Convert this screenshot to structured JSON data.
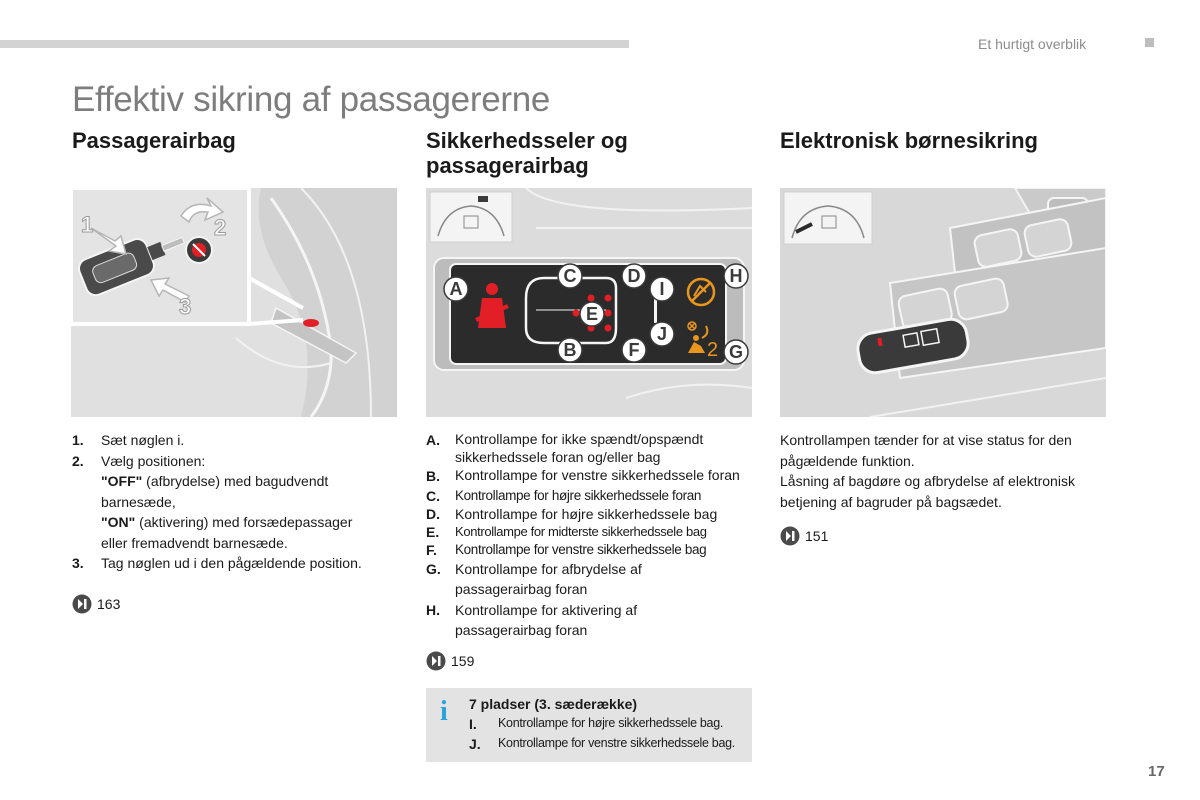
{
  "header": {
    "section_label": "Et hurtigt overblik"
  },
  "page_title": "Effektiv sikring af passagererne",
  "columns": [
    {
      "heading": "Passagerairbag",
      "items": [
        {
          "num": "1.",
          "text": "Sæt nøglen i."
        },
        {
          "num": "2.",
          "text": "Vælg positionen:"
        },
        {
          "num": "3.",
          "text": "Tag nøglen ud i den pågældende position."
        }
      ],
      "off_label": "\"OFF\"",
      "off_text": " (afbrydelse) med bagudvendt barnesæde,",
      "on_label": "\"ON\"",
      "on_text": " (aktivering) med forsædepassager eller fremadvendt barnesæde.",
      "ref": "163",
      "figure_labels": [
        "1",
        "2",
        "3"
      ]
    },
    {
      "heading": "Sikkerhedsseler og passagerairbag",
      "items": [
        {
          "num": "A.",
          "text": "Kontrollampe for ikke spændt/opspændt sikkerhedssele foran og/eller bag"
        },
        {
          "num": "B.",
          "text": "Kontrollampe for venstre sikkerhedssele foran"
        },
        {
          "num": "C.",
          "text": "Kontrollampe for højre sikkerhedssele foran"
        },
        {
          "num": "D.",
          "text": "Kontrollampe for højre sikkerhedssele bag"
        },
        {
          "num": "E.",
          "text": "Kontrollampe for midterste sikkerhedssele bag"
        },
        {
          "num": "F.",
          "text": "Kontrollampe for venstre sikkerhedssele bag"
        },
        {
          "num": "G.",
          "text": "Kontrollampe for afbrydelse af passagerairbag foran"
        },
        {
          "num": "H.",
          "text": "Kontrollampe for aktivering af passagerairbag foran"
        }
      ],
      "ref": "159",
      "figure_labels": [
        "A",
        "B",
        "C",
        "D",
        "E",
        "F",
        "G",
        "H",
        "I",
        "J"
      ],
      "airbag_digit": "2",
      "info": {
        "icon": "i",
        "title": "7 pladser (3. sæderække)",
        "rows": [
          {
            "num": "I.",
            "text": "Kontrollampe for højre sikkerhedssele bag."
          },
          {
            "num": "J.",
            "text": "Kontrollampe for venstre sikkerhedssele bag."
          }
        ]
      }
    },
    {
      "heading": "Elektronisk børnesikring",
      "paragraphs": [
        "Kontrollampen tænder for at vise status for den pågældende funktion.",
        "Låsning af bagdøre og afbrydelse af elektronisk betjening af bagruder på bagsædet."
      ],
      "ref": "151"
    }
  ],
  "page_number": "17",
  "colors": {
    "accent_blue": "#2aa3dd",
    "warning_red": "#e21f26",
    "airbag_orange": "#e8961e"
  }
}
